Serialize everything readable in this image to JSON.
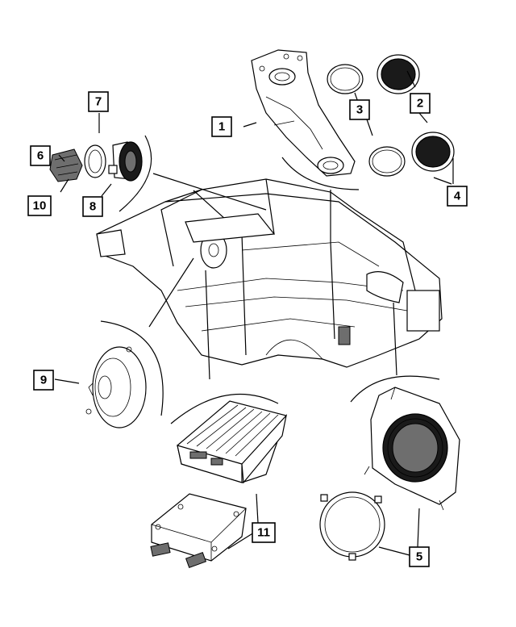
{
  "callouts": [
    {
      "id": "c1",
      "label": "1"
    },
    {
      "id": "c2",
      "label": "2"
    },
    {
      "id": "c3",
      "label": "3"
    },
    {
      "id": "c4",
      "label": "4"
    },
    {
      "id": "c5",
      "label": "5"
    },
    {
      "id": "c6",
      "label": "6"
    },
    {
      "id": "c7",
      "label": "7"
    },
    {
      "id": "c8",
      "label": "8"
    },
    {
      "id": "c9",
      "label": "9"
    },
    {
      "id": "c10",
      "label": "10"
    },
    {
      "id": "c11",
      "label": "11"
    }
  ]
}
